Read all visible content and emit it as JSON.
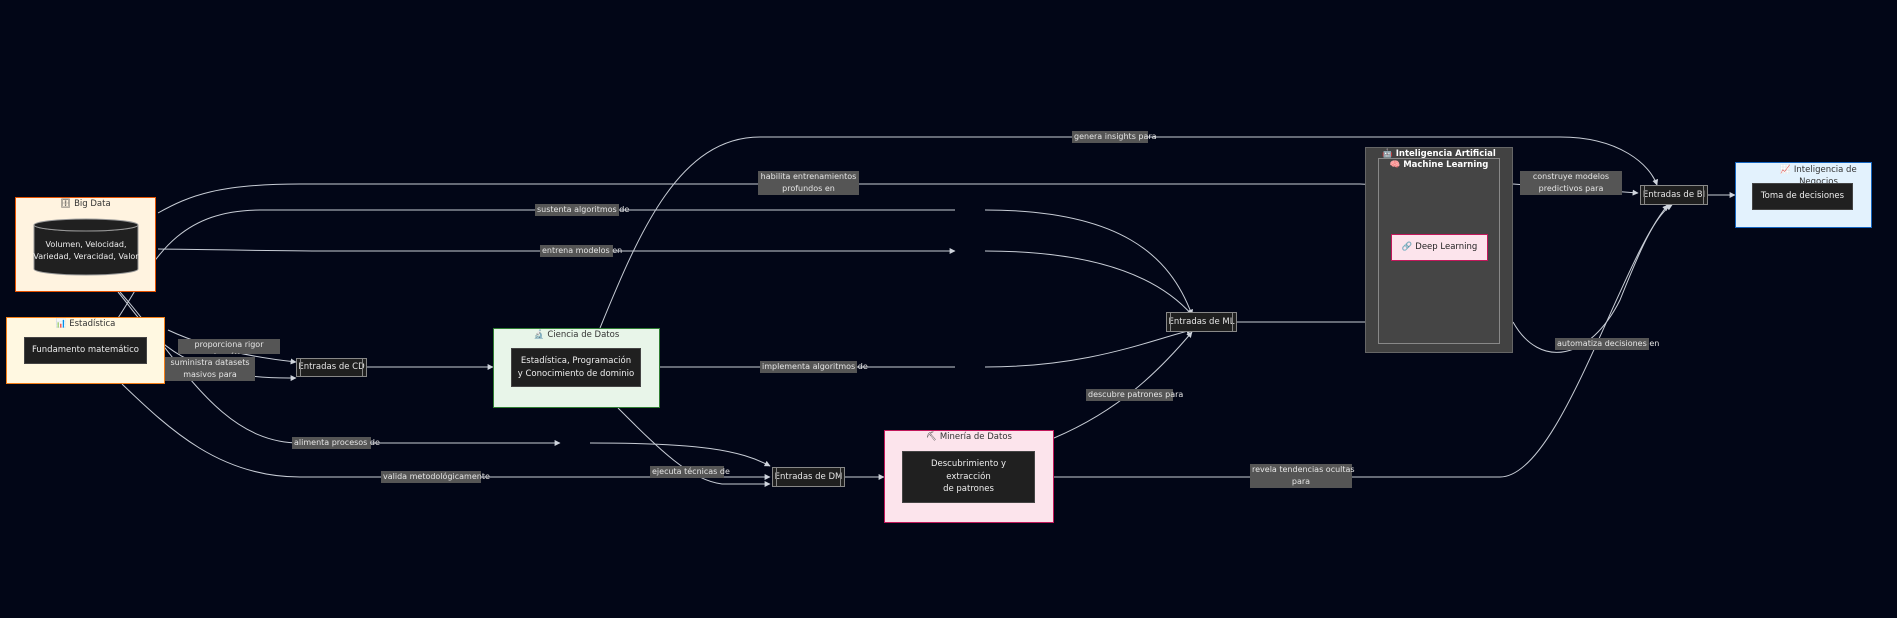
{
  "clusters": {
    "bigdata": {
      "title": "Big Data",
      "icon": "database-icon",
      "glyph": "🗄",
      "node": "Volumen, Velocidad,\nVariedad, Veracidad, Valor"
    },
    "estadistica": {
      "title": "Estadística",
      "icon": "bar-chart-icon",
      "glyph": "📊",
      "node": "Fundamento matemático"
    },
    "ciencia": {
      "title": "Ciencia de Datos",
      "icon": "microscope-icon",
      "glyph": "🔬",
      "node": "Estadística, Programación\ny Conocimiento de dominio"
    },
    "mineria": {
      "title": "Minería de Datos",
      "icon": "pickaxe-icon",
      "glyph": "⛏",
      "node": "Descubrimiento y\nextracción\nde patrones"
    },
    "ia": {
      "title": "Inteligencia Artificial",
      "icon": "robot-icon",
      "glyph": "🤖"
    },
    "ml": {
      "title": "Machine Learning",
      "icon": "brain-icon",
      "glyph": "🧠"
    },
    "dl": {
      "node": "Deep Learning",
      "icon": "link-icon",
      "glyph": "🔗"
    },
    "bi": {
      "title": "Inteligencia de Negocios",
      "icon": "trend-chart-icon",
      "glyph": "📈",
      "node": "Toma de decisiones"
    }
  },
  "entries": {
    "cd": "Entradas de CD",
    "ml": "Entradas de ML",
    "dm": "Entradas de DM",
    "bi": "Entradas de BI"
  },
  "edge_labels": {
    "genera": "genera insights para",
    "habilita": "habilita entrenamientos\nprofundos en",
    "sustenta": "sustenta algoritmos de",
    "entrena": "entrena modelos en",
    "proporciona": "proporciona rigor\nmatemático a",
    "suministra": "suministra datasets\nmasivos para",
    "implementa": "implementa algoritmos de",
    "alimenta": "alimenta procesos de",
    "ejecuta": "ejecuta técnicas de",
    "valida": "valida metodológicamente",
    "descubre": "descubre patrones para",
    "revela": "revela tendencias ocultas\npara",
    "construye": "construye modelos\npredictivos para",
    "automatiza": "automatiza decisiones en"
  },
  "colors": {
    "background": "#020617",
    "bigdata": "#fff3e0",
    "estadistica": "#fff8e1",
    "ciencia": "#e8f5e9",
    "mineria": "#fce4ec",
    "ia": "#424242",
    "bi": "#e3f2fd",
    "edge": "#cfd4dc",
    "label": "#555555"
  }
}
